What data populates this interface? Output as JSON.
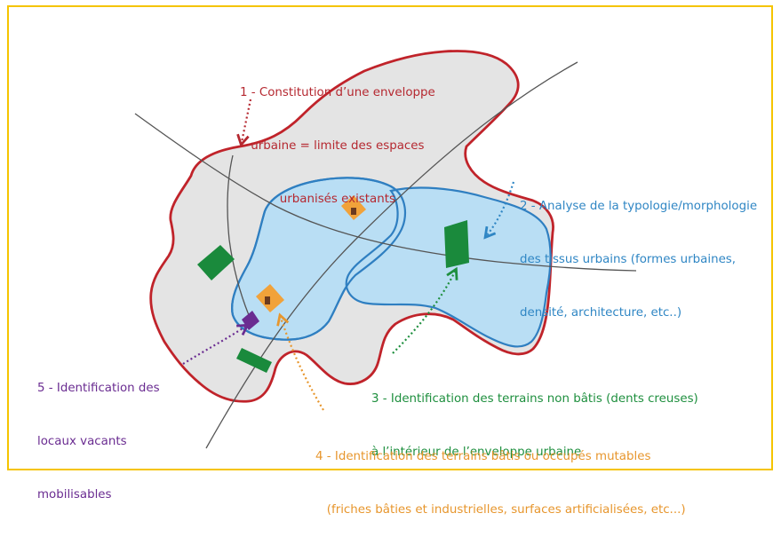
{
  "colors": {
    "frame": "#f5c400",
    "envelope_fill": "#e4e4e4",
    "envelope_stroke": "#c0232a",
    "tissue_fill": "#b9def4",
    "tissue_stroke": "#2f7fc1",
    "road": "#555555",
    "green_parcel": "#1a8a3c",
    "orange_parcel": "#f1a23a",
    "purple_parcel": "#6a2c91",
    "label_1": "#b52830",
    "label_2": "#2f86c4",
    "label_3": "#1e8f3e",
    "label_4": "#e7962d",
    "label_5": "#6a2c91"
  },
  "labels": {
    "label_1": {
      "line1": "1 - Constitution d’une enveloppe",
      "line2": "urbaine = limite des espaces",
      "line3": "urbanisés existants"
    },
    "label_2": {
      "line1": "2 - Analyse de la typologie/morphologie",
      "line2": "des tissus urbains (formes urbaines,",
      "line3": "densité, architecture, etc..)"
    },
    "label_3": {
      "line1": "3 - Identification des terrains non bâtis (dents creuses)",
      "line2": "à l’intérieur de l’enveloppe urbaine"
    },
    "label_4": {
      "line1": "4 - Identification des terrains bâtis ou occupés mutables",
      "line2": "   (friches bâties et industrielles, surfaces artificialisées, etc...)"
    },
    "label_5": {
      "line1": "5 - Identification des",
      "line2": "locaux vacants",
      "line3": "mobilisables"
    }
  }
}
